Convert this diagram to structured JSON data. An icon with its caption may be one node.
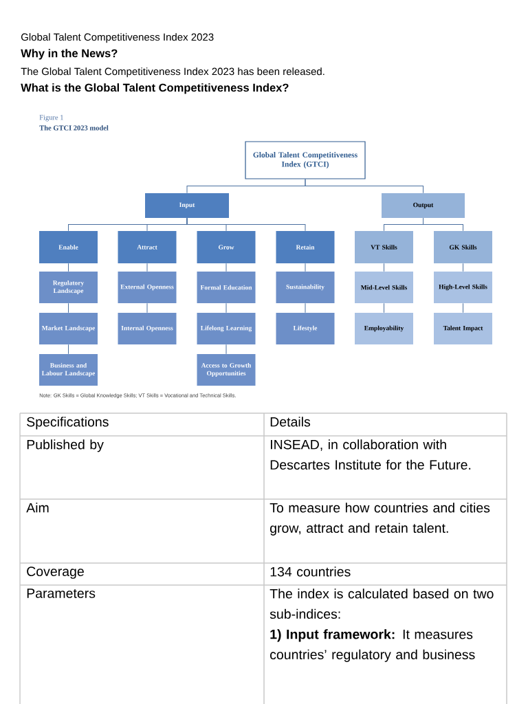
{
  "diagram": {
    "title": "Global Talent Competitiveness Index 2023",
    "nodes": [
      {
        "text": [
          "Global Talent Competitiveness Index (GTCI)"
        ]
      },
      {
        "text": [
          "Input"
        ]
      },
      {
        "text": [
          "Output"
        ]
      },
      {
        "text": [
          "Enable"
        ]
      },
      {
        "text": [
          "Attract"
        ]
      },
      {
        "text": [
          "Grow"
        ]
      },
      {
        "text": [
          "Retain"
        ]
      },
      {
        "text": [
          "VT Skills"
        ]
      },
      {
        "text": [
          "GK Skills"
        ]
      },
      {
        "text": [
          "Regulatory Landscape"
        ]
      },
      {
        "text": [
          "External Openness"
        ]
      },
      {
        "text": [
          "Formal Education"
        ]
      },
      {
        "text": [
          "Sustainability"
        ]
      },
      {
        "text": [
          "Mid-Level Skills"
        ]
      },
      {
        "text": [
          "High-Level Skills"
        ]
      },
      {
        "text": [
          "Market Landscape"
        ]
      },
      {
        "text": [
          "Internal Openness"
        ]
      },
      {
        "text": [
          "Lifelong Learning"
        ]
      },
      {
        "text": [
          "Lifestyle"
        ]
      },
      {
        "text": [
          "Employability"
        ]
      },
      {
        "text": [
          "Talent Impact"
        ]
      },
      {
        "text": [
          "Business and Labour Landscape"
        ]
      },
      {
        "text": [
          "Access to Growth Opportunities"
        ]
      }
    ],
    "edges": [
      {
        "from": 0,
        "to": 1,
        "arrow": "none"
      },
      {
        "from": 0,
        "to": 2,
        "arrow": "none"
      },
      {
        "from": 1,
        "to": 3,
        "arrow": "none"
      },
      {
        "from": 1,
        "to": 4,
        "arrow": "none"
      },
      {
        "from": 1,
        "to": 5,
        "arrow": "none"
      },
      {
        "from": 1,
        "to": 6,
        "arrow": "none"
      },
      {
        "from": 2,
        "to": 7,
        "arrow": "none"
      },
      {
        "from": 2,
        "to": 8,
        "arrow": "none"
      },
      {
        "from": 3,
        "to": 9,
        "arrow": "none"
      },
      {
        "from": 9,
        "to": 15,
        "arrow": "none"
      },
      {
        "from": 15,
        "to": 21,
        "arrow": "none"
      },
      {
        "from": 4,
        "to": 10,
        "arrow": "none"
      },
      {
        "from": 10,
        "to": 16,
        "arrow": "none"
      },
      {
        "from": 5,
        "to": 11,
        "arrow": "none"
      },
      {
        "from": 11,
        "to": 17,
        "arrow": "none"
      },
      {
        "from": 17,
        "to": 22,
        "arrow": "none"
      },
      {
        "from": 6,
        "to": 12,
        "arrow": "none"
      },
      {
        "from": 12,
        "to": 18,
        "arrow": "none"
      },
      {
        "from": 7,
        "to": 13,
        "arrow": "none"
      },
      {
        "from": 13,
        "to": 19,
        "arrow": "none"
      },
      {
        "from": 8,
        "to": 14,
        "arrow": "none"
      },
      {
        "from": 14,
        "to": 20,
        "arrow": "none"
      }
    ],
    "labels": [
      "Why in the News?",
      "The Global Talent Competitiveness Index 2023 has been released.",
      "What is the Global Talent Competitiveness Index?",
      "Figure 1",
      "The GTCI 2023 model",
      "Note: GK Skills = Global Knowledge Skills; VT Skills = Vocational and Technical Skills.",
      "Specifications",
      "Details",
      "Published by",
      "INSEAD, in collaboration with Descartes Institute for the Future.",
      "Aim",
      "To measure how countries and cities grow, attract and retain talent.",
      "Coverage",
      "134 countries",
      "Parameters",
      "The index is calculated based on two sub-indices:",
      "**1) Input framework:** It measures countries’ regulatory and business"
    ]
  }
}
